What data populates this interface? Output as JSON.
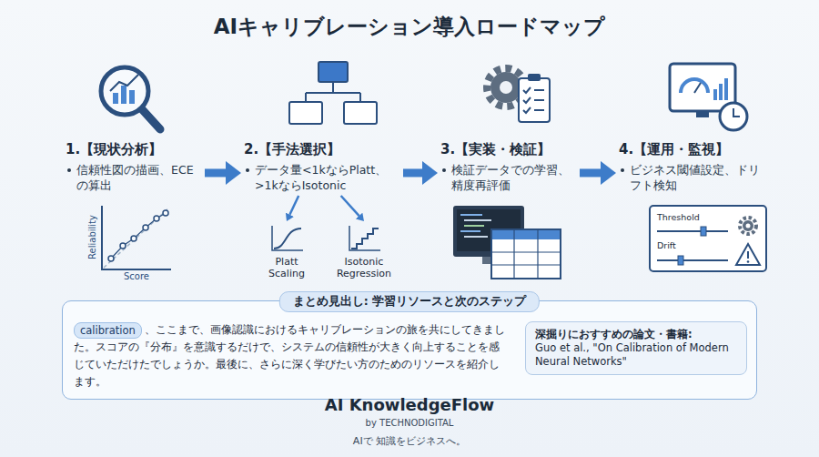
{
  "diagram": {
    "title": "AIキャリブレーション導入ロードマップ",
    "nodes": [
      {
        "text": [
          "1.【現状分析】",
          "信頼性図の描画、ECEの算出"
        ]
      },
      {
        "text": [
          "2.【手法選択】",
          "データ量<1kならPlatt、>1kならIsotonic"
        ]
      },
      {
        "text": [
          "Platt Scaling"
        ]
      },
      {
        "text": [
          "Isotonic Regression"
        ]
      },
      {
        "text": [
          "3.【実装・検証】",
          "検証データでの学習、精度再評価"
        ]
      },
      {
        "text": [
          "4.【運用・監視】",
          "ビジネス閾値設定、ドリフト検知"
        ]
      },
      {
        "text": [
          "まとめ見出し: 学習リソースと次のステップ",
          "、ここまで、画像認識におけるキャリブレーションの旅を共にしてきました。スコアの『分布』を意識するだけで、システムの信頼性が大きく向上することを感じていただけたでしょうか。最後に、さらに深く学びたい方のためのリソースを紹介します。"
        ]
      },
      {
        "text": [
          "calibration"
        ],
        "in": 6
      },
      {
        "text": [
          "深掘りにおすすめの論文・書籍:",
          "Guo et al., \"On Calibration of Modern Neural Networks\""
        ],
        "in": 6
      }
    ],
    "edges": [
      {
        "from": 0,
        "to": 1,
        "arrow": "to"
      },
      {
        "from": 1,
        "to": 2,
        "arrow": "to"
      },
      {
        "from": 1,
        "to": 3,
        "arrow": "to"
      },
      {
        "from": 1,
        "to": 4,
        "arrow": "to"
      },
      {
        "from": 4,
        "to": 5,
        "arrow": "to"
      }
    ],
    "labels": [
      "Reliability",
      "Score",
      "Threshold",
      "Drift",
      "AI KnowledgeFlow",
      "by TECHNODIGITAL",
      "AIで 知識をビジネスへ。"
    ]
  }
}
